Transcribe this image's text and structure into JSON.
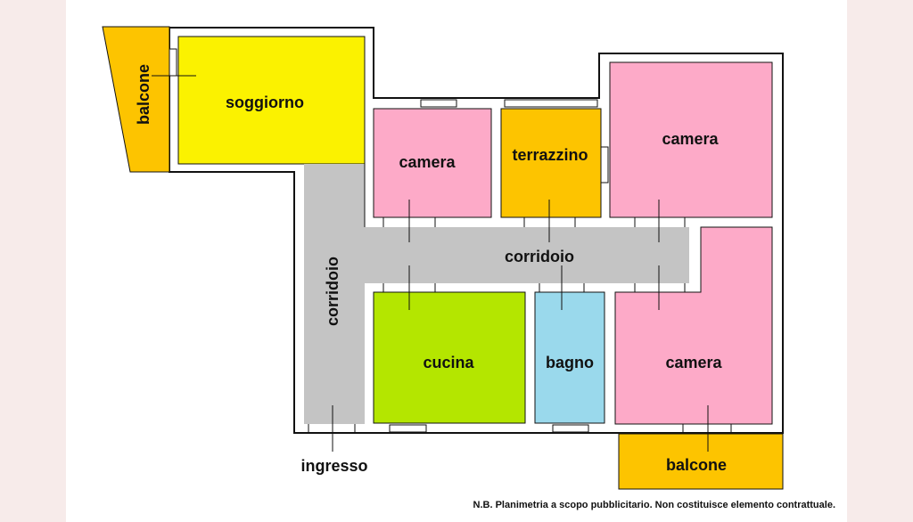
{
  "colors": {
    "page_background": "#f7ebea",
    "sheet": "#ffffff",
    "wall": "#111111",
    "living": "#fbf200",
    "bedroom": "#fdaac8",
    "balcony": "#fdc400",
    "corridor": "#c4c4c4",
    "kitchen": "#b4e600",
    "bathroom": "#9ad9ec"
  },
  "rooms": {
    "balcone_left": "balcone",
    "soggiorno": "soggiorno",
    "camera_1": "camera",
    "terrazzino": "terrazzino",
    "camera_2": "camera",
    "corridoio_horizontal": "corridoio",
    "corridoio_vertical": "corridoio",
    "cucina": "cucina",
    "bagno": "bagno",
    "camera_3": "camera",
    "balcone_bottom": "balcone",
    "ingresso": "ingresso"
  },
  "note": "N.B. Planimetria a scopo pubblicitario. Non costituisce elemento contrattuale."
}
